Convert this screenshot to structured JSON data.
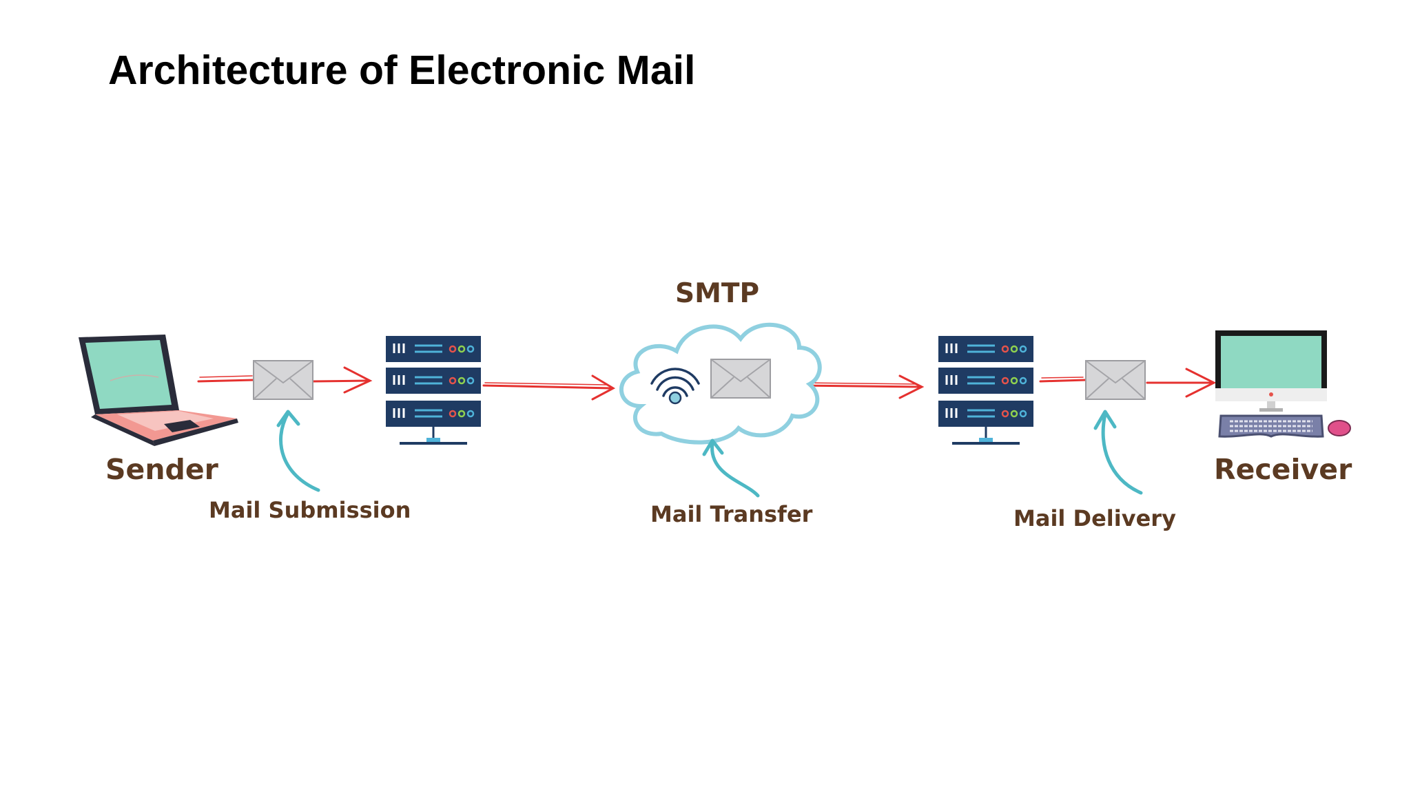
{
  "title": "Architecture of Electronic Mail",
  "nodes": {
    "sender": "Sender",
    "receiver": "Receiver",
    "protocol": "SMTP"
  },
  "steps": {
    "submission": "Mail Submission",
    "transfer": "Mail Transfer",
    "delivery": "Mail Delivery"
  },
  "colors": {
    "arrow": "#e5312f",
    "curve": "#4db8c4",
    "server": "#1f3b63",
    "screen": "#8fd9c2",
    "laptop_base": "#f29892",
    "label": "#5b3a22",
    "cloud": "#8fd0e0"
  }
}
